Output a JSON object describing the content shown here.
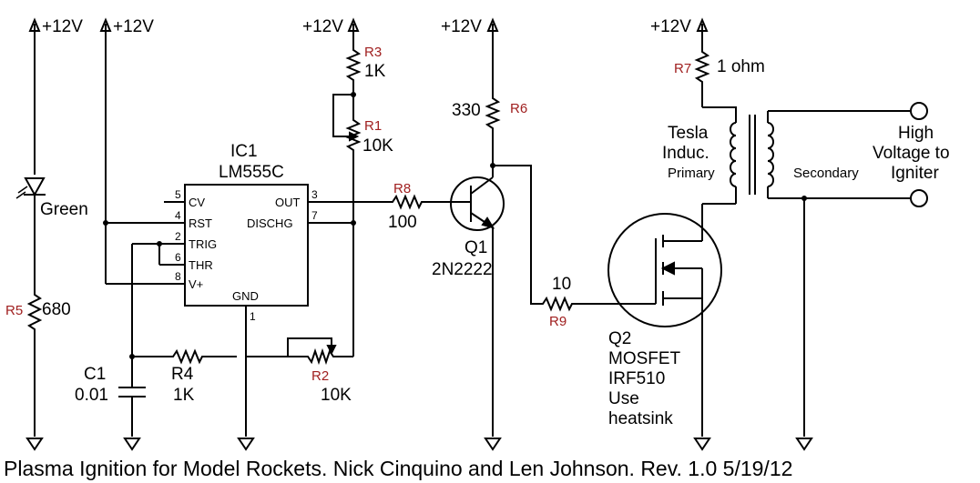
{
  "supplies": {
    "led": "+12V",
    "ic": "+12V",
    "r3": "+12V",
    "q1": "+12V",
    "transformer": "+12V"
  },
  "ic1": {
    "ref": "IC1",
    "part": "LM555C",
    "pins": [
      {
        "num": "5",
        "name": "CV"
      },
      {
        "num": "4",
        "name": "RST"
      },
      {
        "num": "2",
        "name": "TRIG"
      },
      {
        "num": "6",
        "name": "THR"
      },
      {
        "num": "8",
        "name": "V+"
      },
      {
        "num": "3",
        "name": "OUT"
      },
      {
        "num": "7",
        "name": "DISCHG"
      },
      {
        "num": "1",
        "name": "GND"
      }
    ]
  },
  "components": {
    "r1": {
      "ref": "R1",
      "value": "10K"
    },
    "r2": {
      "ref": "R2",
      "value": "10K"
    },
    "r3": {
      "ref": "R3",
      "value": "1K"
    },
    "r4": {
      "ref": "R4",
      "value": "1K"
    },
    "r5": {
      "ref": "R5",
      "value": "680"
    },
    "r6": {
      "ref": "R6",
      "value": "330"
    },
    "r7": {
      "ref": "R7",
      "value": "1 ohm"
    },
    "r8": {
      "ref": "R8",
      "value": "100"
    },
    "r9": {
      "ref": "R9",
      "value": "10"
    },
    "c1": {
      "ref": "C1",
      "value": "0.01"
    },
    "led": {
      "label": "Green"
    },
    "q1": {
      "ref": "Q1",
      "part": "2N2222"
    },
    "q2": {
      "ref": "Q2",
      "type": "MOSFET",
      "part": "IRF510",
      "note_line1": "Use",
      "note_line2": "heatsink"
    }
  },
  "transformer": {
    "line1": "Tesla",
    "line2": "Induc.",
    "primary": "Primary",
    "secondary": "Secondary"
  },
  "output": {
    "line1": "High",
    "line2": "Voltage to",
    "line3": "Igniter"
  },
  "title": "Plasma Ignition for Model Rockets.  Nick Cinquino and Len Johnson.  Rev. 1.0  5/19/12"
}
